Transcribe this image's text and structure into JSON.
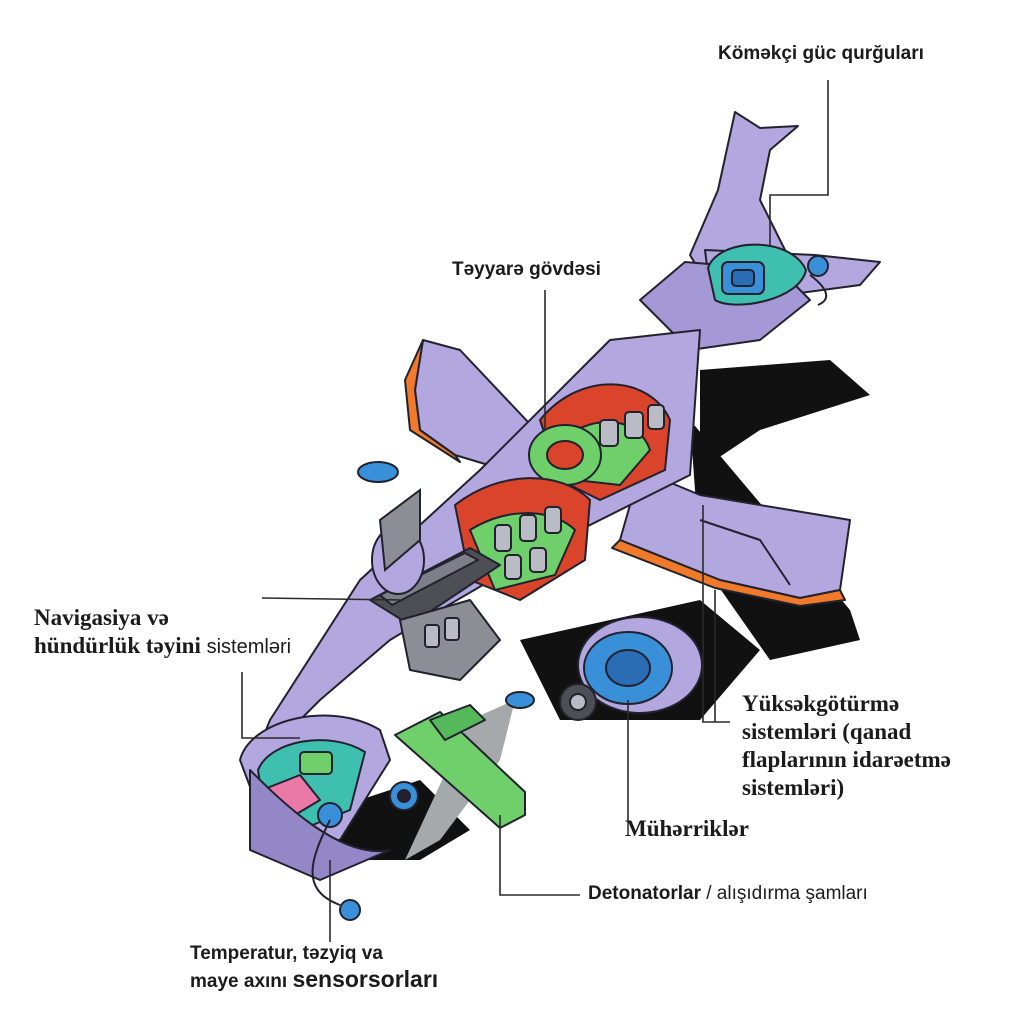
{
  "labels": {
    "apu": "Köməkçi güc qurğuları",
    "fuselage": "Təyyarə gövdəsi",
    "nav_line1": "Navigasiya və",
    "nav_line2_a": "hündürlük təyini",
    "nav_line2_b": "sistemləri",
    "lift_line1": "Yüksəkgötürmə",
    "lift_line2": "sistemləri (qanad",
    "lift_line3": "flaplarının idarəetmə",
    "lift_line4": "sistemləri)",
    "engines": "Mühərriklər",
    "detonators_a": "Detonatorlar",
    "detonators_b": "/ alışıdırma şamları",
    "sensors_line1": "Temperatur, təzyiq va",
    "sensors_line2_a": "maye axını",
    "sensors_line2_b": "sensorsorları"
  },
  "colors": {
    "body": "#b3a7df",
    "body_shade": "#9487c8",
    "outline": "#22222e",
    "interior_red": "#d9442b",
    "interior_green": "#6fcf6b",
    "interior_teal": "#3fbfb0",
    "seat_gray": "#b9bcc4",
    "accent_orange": "#f07a2a",
    "accent_blue": "#3a8fd9",
    "accent_pink": "#e97aa8",
    "shadow": "#111111",
    "ground_shadow": "#a9adaf"
  }
}
